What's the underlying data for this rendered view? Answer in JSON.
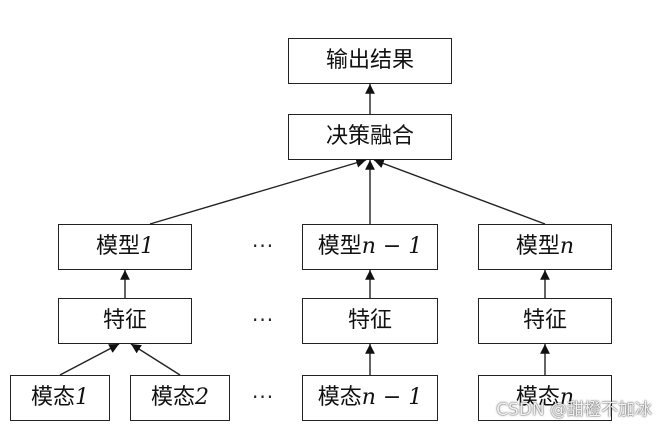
{
  "output": {
    "label": "输出结果"
  },
  "fusion": {
    "label": "决策融合"
  },
  "models": [
    {
      "base": "模型",
      "suffix": "1"
    },
    {
      "base": "模型",
      "suffix": "n − 1"
    },
    {
      "base": "模型",
      "suffix": "n"
    }
  ],
  "features": [
    {
      "label": "特征"
    },
    {
      "label": "特征"
    },
    {
      "label": "特征"
    }
  ],
  "modalities": [
    {
      "base": "模态",
      "suffix": "1"
    },
    {
      "base": "模态",
      "suffix": "2"
    },
    {
      "base": "模态",
      "suffix": "n − 1"
    },
    {
      "base": "模态",
      "suffix": "n"
    }
  ],
  "ellipsis": "···",
  "watermark": "CSDN @甜橙不加冰"
}
